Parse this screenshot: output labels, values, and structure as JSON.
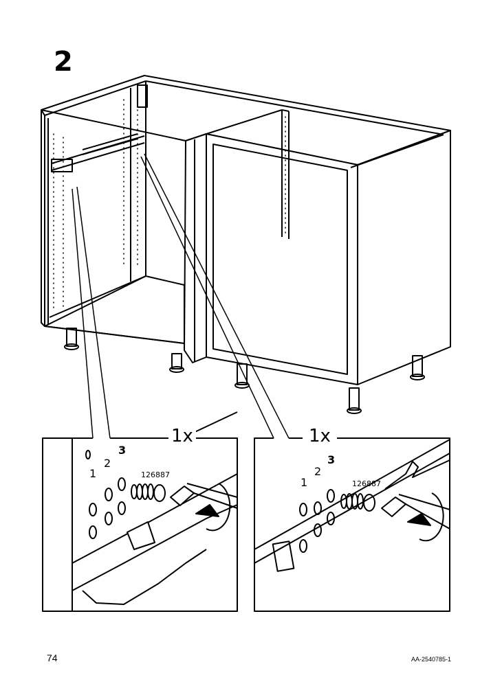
{
  "step": {
    "number": "2"
  },
  "details": [
    {
      "count": "1x",
      "part_number": "126887",
      "hole_labels": [
        "1",
        "2",
        "3"
      ]
    },
    {
      "count": "1x",
      "part_number": "126887",
      "hole_labels": [
        "1",
        "2",
        "3"
      ]
    }
  ],
  "footer": {
    "page_number": "74",
    "document_id": "AA-2540785-1"
  },
  "icons": [
    "cabinet-frame-icon",
    "screw-icon",
    "screwdriver-icon",
    "rotation-arrow-icon"
  ]
}
